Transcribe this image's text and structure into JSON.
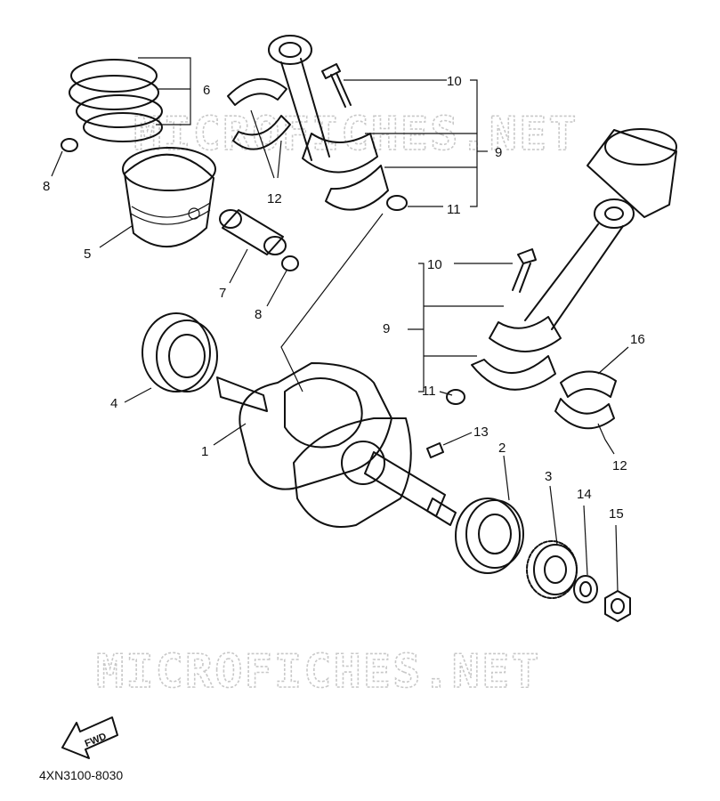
{
  "diagram": {
    "watermark": "MICROFICHES.NET",
    "drawing_code": "4XN3100-8030",
    "fwd_label": "FWD",
    "callouts": [
      "1",
      "2",
      "3",
      "4",
      "5",
      "6",
      "7",
      "8",
      "8",
      "9",
      "9",
      "10",
      "10",
      "11",
      "11",
      "12",
      "12",
      "13",
      "14",
      "15",
      "16"
    ]
  }
}
